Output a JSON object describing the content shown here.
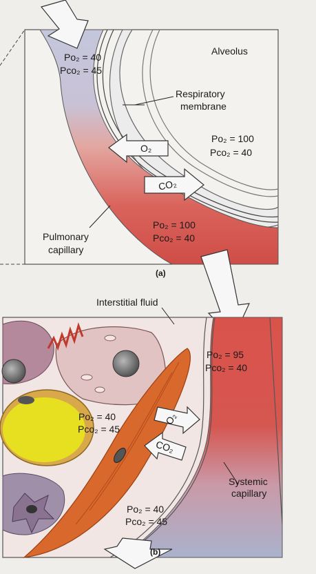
{
  "panel_a": {
    "caption": "(a)",
    "alveolus_label": "Alveolus",
    "respiratory_membrane_label_1": "Respiratory",
    "respiratory_membrane_label_2": "membrane",
    "pulmonary_capillary_label_1": "Pulmonary",
    "pulmonary_capillary_label_2": "capillary",
    "entering_blood": {
      "po2": "Po₂ = 40",
      "pco2": "Pco₂ = 45"
    },
    "alveolar_air": {
      "po2": "Po₂ = 100",
      "pco2": "Pco₂ = 40"
    },
    "leaving_blood": {
      "po2": "Po₂ = 100",
      "pco2": "Pco₂ = 40"
    },
    "o2_arrow": "O₂",
    "co2_arrow": "CO₂"
  },
  "panel_b": {
    "caption": "(b)",
    "interstitial_fluid_label": "Interstitial fluid",
    "systemic_capillary_label_1": "Systemic",
    "systemic_capillary_label_2": "capillary",
    "arterial_blood": {
      "po2": "Po₂ = 95",
      "pco2": "Pco₂ = 40"
    },
    "tissue": {
      "po2": "Po₂ = 40",
      "pco2": "Pco₂ = 45"
    },
    "venous_blood": {
      "po2": "Po₂ = 40",
      "pco2": "Pco₂ = 45"
    },
    "o2_arrow": "O₂",
    "co2_arrow": "CO₂"
  },
  "colors": {
    "venous_blue": "#b9bfd8",
    "arterial_red": "#d9574f",
    "alveolus_bg": "#f3f1ee",
    "muscle_orange": "#d9682d",
    "cell_pink": "#e5c4c2"
  }
}
